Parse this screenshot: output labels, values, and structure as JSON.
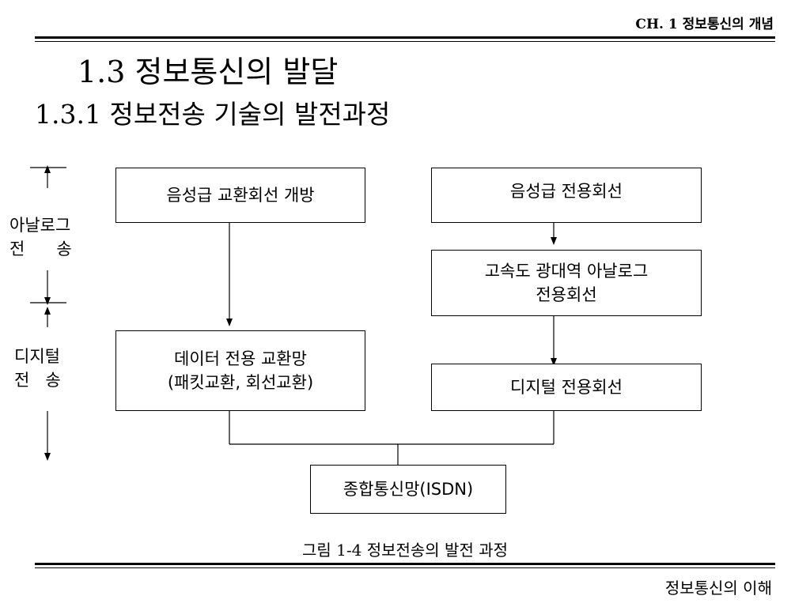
{
  "header": {
    "chapter": "CH. 1 정보통신의 개념"
  },
  "titles": {
    "section": "1.3 정보통신의 발달",
    "subsection": "1.3.1 정보전송 기술의 발전과정"
  },
  "side_labels": {
    "analog_line1": "아날로그",
    "analog_line2": "전      송",
    "digital_line1": "디지털",
    "digital_line2": "전   송"
  },
  "boxes": {
    "voice_switched": "음성급 교환회선 개방",
    "voice_leased": "음성급 전용회선",
    "broadband_analog_l1": "고속도 광대역 아날로그",
    "broadband_analog_l2": "전용회선",
    "data_switched_l1": "데이터 전용 교환망",
    "data_switched_l2": "(패킷교환, 회선교환)",
    "digital_leased": "디지털 전용회선",
    "isdn": "종합통신망(ISDN)"
  },
  "caption": "그림 1-4 정보전송의 발전 과정",
  "footer": "정보통신의 이해"
}
